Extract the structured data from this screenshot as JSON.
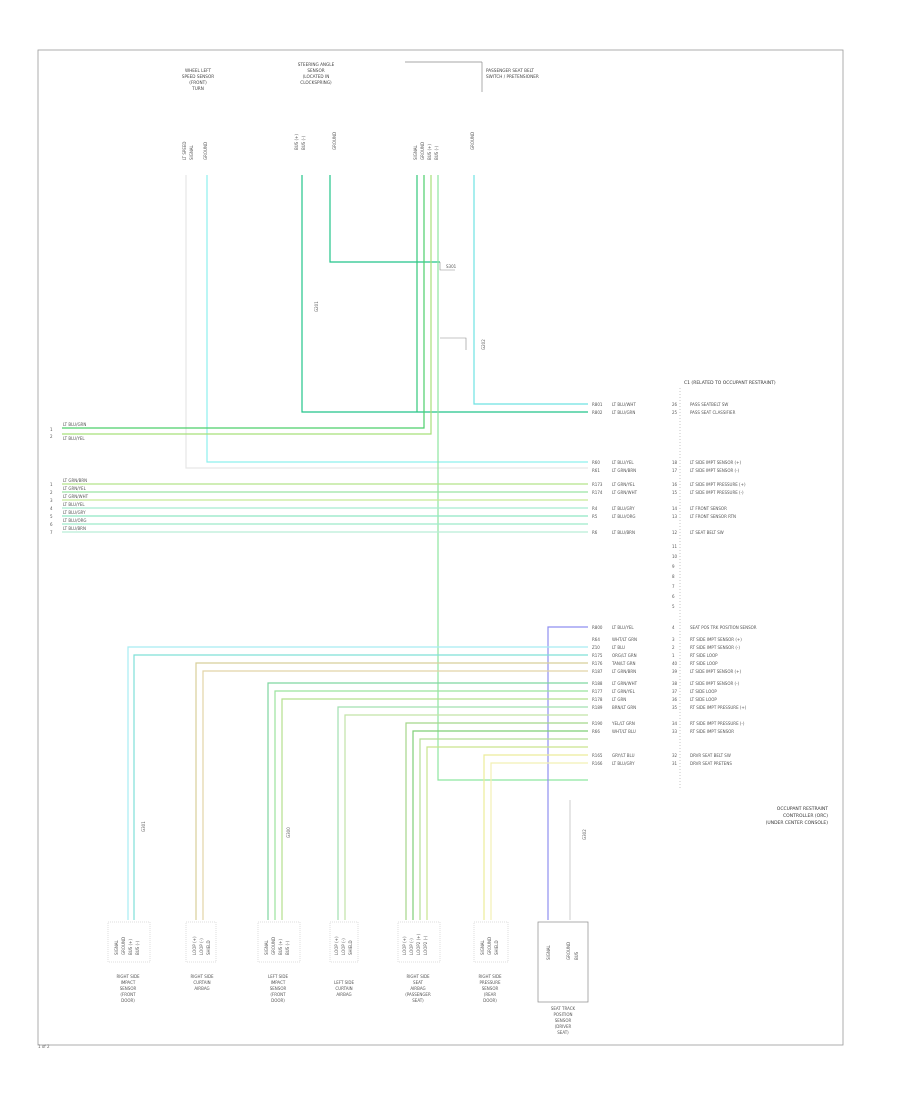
{
  "page_code": "1 of 2",
  "colors": {
    "border": "#9a9a9a",
    "module_outline": "#8a8a8a",
    "text": "#555555"
  },
  "top_components": [
    {
      "id": "wheel-left",
      "label_lines": [
        "WHEEL LEFT",
        "SPEED SENSOR",
        "(FRONT)",
        "TURN"
      ]
    },
    {
      "id": "steering-angle",
      "label_lines": [
        "STEERING ANGLE",
        "SENSOR",
        "(LOCATED IN",
        "CLOCKSPRING)"
      ]
    },
    {
      "id": "passenger-seat",
      "label_lines": [
        "PASSENGER SEAT BELT",
        "SWITCH / PRETENSIONER"
      ]
    }
  ],
  "top_pins": [
    [
      "LT SPEED",
      "SIGNAL",
      "GROUND"
    ],
    [
      "BUS (+)",
      "BUS (-)",
      "GROUND"
    ],
    [
      "SIGNAL",
      "GROUND",
      "BUS (+)",
      "BUS (-)"
    ],
    [
      "GROUND"
    ]
  ],
  "module": {
    "connector_header": "C1 (RELATED TO OCCUPANT RESTRAINT)",
    "title_lines": [
      "OCCUPANT RESTRAINT",
      "CONTROLLER (ORC)",
      "(UNDER CENTER CONSOLE)"
    ]
  },
  "left_stubs_group1": [
    {
      "num": "1",
      "label": "LT BLU/GRN"
    },
    {
      "num": "2",
      "label": "LT BLU/YEL"
    }
  ],
  "left_stubs_group2": [
    {
      "num": "1",
      "label": "LT GRN/BRN"
    },
    {
      "num": "2",
      "label": "LT GRN/YEL"
    },
    {
      "num": "3",
      "label": "LT GRN/WHT"
    },
    {
      "num": "4",
      "label": "LT BLU/YEL"
    },
    {
      "num": "5",
      "label": "LT BLU/GRY"
    },
    {
      "num": "6",
      "label": "LT BLU/ORG"
    },
    {
      "num": "7",
      "label": "LT BLU/BRN"
    }
  ],
  "wires_upper": [
    {
      "circuit": "R801",
      "color_code": "LT BLU/WHT",
      "pin": "26",
      "label": "PASS SEATBELT SW"
    },
    {
      "circuit": "R802",
      "color_code": "LT BLU/GRN",
      "pin": "25",
      "label": "PASS SEAT CLASSIFIER"
    }
  ],
  "wires_mid": [
    {
      "circuit": "R60",
      "color_code": "LT BLU/YEL",
      "pin": "18",
      "label": "LT SIDE IMPT SENSOR (+)"
    },
    {
      "circuit": "R61",
      "color_code": "LT GRN/BRN",
      "pin": "17",
      "label": "LT SIDE IMPT SENSOR (-)"
    },
    {
      "circuit": "R173",
      "color_code": "LT GRN/YEL",
      "pin": "16",
      "label": "LT SIDE IMPT PRESSURE (+)"
    },
    {
      "circuit": "R174",
      "color_code": "LT GRN/WHT",
      "pin": "15",
      "label": "LT SIDE IMPT PRESSURE (-)"
    },
    {
      "circuit": "R4",
      "color_code": "LT BLU/GRY",
      "pin": "14",
      "label": "LT FRONT SENSOR"
    },
    {
      "circuit": "R5",
      "color_code": "LT BLU/ORG",
      "pin": "13",
      "label": "LT FRONT SENSOR RTN"
    },
    {
      "circuit": "R6",
      "color_code": "LT BLU/BRN",
      "pin": "12",
      "label": "LT SEAT BELT SW"
    }
  ],
  "empty_pins": [
    "11",
    "10",
    "9",
    "8",
    "7",
    "6",
    "5"
  ],
  "wires_lower": [
    {
      "circuit": "R800",
      "color_code": "LT BLU/YEL",
      "pin": "4",
      "label": "SEAT POS TRK POSITION SENSOR"
    },
    {
      "circuit": "R64",
      "color_code": "WHT/LT GRN",
      "pin": "3",
      "label": "RT SIDE IMPT SENSOR (+)"
    },
    {
      "circuit": "Z10",
      "color_code": "LT BLU",
      "pin": "2",
      "label": "RT SIDE IMPT SENSOR (-)"
    },
    {
      "circuit": "R175",
      "color_code": "ORG/LT GRN",
      "pin": "1",
      "label": "RT SIDE LOOP"
    },
    {
      "circuit": "R176",
      "color_code": "TAN/LT GRN",
      "pin": "40",
      "label": "RT SIDE LOOP"
    },
    {
      "circuit": "R187",
      "color_code": "LT GRN/BRN",
      "pin": "39",
      "label": "LT SIDE IMPT SENSOR (+)"
    },
    {
      "circuit": "R188",
      "color_code": "LT GRN/WHT",
      "pin": "38",
      "label": "LT SIDE IMPT SENSOR (-)"
    },
    {
      "circuit": "R177",
      "color_code": "LT GRN/YEL",
      "pin": "37",
      "label": "LT SIDE LOOP"
    },
    {
      "circuit": "R178",
      "color_code": "LT GRN",
      "pin": "36",
      "label": "LT SIDE LOOP"
    },
    {
      "circuit": "R189",
      "color_code": "BRN/LT GRN",
      "pin": "35",
      "label": "RT SIDE IMPT PRESSURE (+)"
    },
    {
      "circuit": "R190",
      "color_code": "YEL/LT GRN",
      "pin": "34",
      "label": "RT SIDE IMPT PRESSURE (-)"
    },
    {
      "circuit": "R66",
      "color_code": "WHT/LT BLU",
      "pin": "33",
      "label": "RT SIDE IMPT SENSOR"
    },
    {
      "circuit": "R165",
      "color_code": "GRY/LT BLU",
      "pin": "32",
      "label": "DRVR SEAT BELT SW"
    },
    {
      "circuit": "R166",
      "color_code": "LT BLU/GRY",
      "pin": "31",
      "label": "DRVR SEAT PRETENS"
    }
  ],
  "bottom_components": [
    {
      "pins": [
        "SIGNAL",
        "GROUND",
        "BUS (+)",
        "BUS (-)"
      ],
      "label_lines": [
        "RIGHT SIDE",
        "IMPACT",
        "SENSOR",
        "(FRONT",
        "DOOR)"
      ],
      "gnd": "G301"
    },
    {
      "pins": [
        "LOOP (+)",
        "LOOP (-)",
        "SHIELD"
      ],
      "label_lines": [
        "RIGHT SIDE",
        "CURTAIN",
        "AIRBAG"
      ]
    },
    {
      "pins": [
        "SIGNAL",
        "GROUND",
        "BUS (+)",
        "BUS (-)"
      ],
      "label_lines": [
        "LEFT SIDE",
        "IMPACT",
        "SENSOR",
        "(FRONT",
        "DOOR)"
      ],
      "gnd": "G300"
    },
    {
      "pins": [
        "LOOP (+)",
        "LOOP (-)",
        "SHIELD"
      ],
      "label_lines": [
        "LEFT SIDE",
        "CURTAIN",
        "AIRBAG"
      ]
    },
    {
      "pins": [
        "LOOP (+)",
        "LOOP (-)",
        "LOOP2 (+)",
        "LOOP2 (-)"
      ],
      "label_lines": [
        "RIGHT SIDE",
        "SEAT",
        "AIRBAG",
        "(PASSENGER",
        "SEAT)"
      ]
    },
    {
      "pins": [
        "SIGNAL",
        "GROUND",
        "SHIELD"
      ],
      "label_lines": [
        "RIGHT SIDE",
        "PRESSURE",
        "SENSOR",
        "(REAR",
        "DOOR)"
      ]
    },
    {
      "pins": [
        "SIGNAL",
        "GROUND",
        "BUS"
      ],
      "label_lines": [
        "SEAT TRACK",
        "POSITION",
        "SENSOR",
        "(DRIVER",
        "SEAT)"
      ],
      "gnd": "G302"
    }
  ]
}
